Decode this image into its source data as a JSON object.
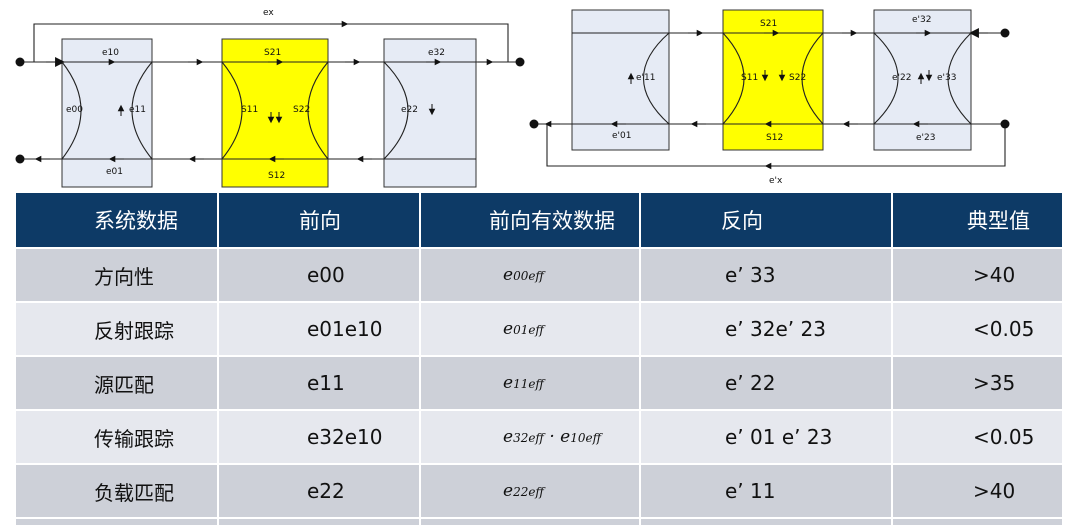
{
  "diagram": {
    "left": {
      "labels": {
        "ex": "ex",
        "e10": "e10",
        "e00": "e00",
        "e11": "e11",
        "e01": "e01",
        "S21": "S21",
        "S11": "S11",
        "S22": "S22",
        "S12": "S12",
        "e32": "e32",
        "e22": "e22"
      }
    },
    "right": {
      "labels": {
        "S21": "S21",
        "S11": "S11",
        "S22": "S22",
        "S12": "S12",
        "e32": "e'32",
        "e22": "e'22",
        "e33": "e'33",
        "e23": "e'23",
        "e11": "e'11",
        "e01": "e'01",
        "ex": "e'x"
      }
    },
    "colors": {
      "dut": "#ffff00",
      "error_box": "#e6ebf5",
      "line": "#222222"
    }
  },
  "table": {
    "headers": [
      "系统数据",
      "前向",
      "前向有效数据",
      "反向",
      "典型值"
    ],
    "rows": [
      {
        "system": "方向性",
        "forward": "e00",
        "eff_base": "e",
        "eff_sub": "00eff",
        "reverse": "e’ 33",
        "typical": ">40"
      },
      {
        "system": "反射跟踪",
        "forward": "e01e10",
        "eff_base": "e",
        "eff_sub": "01eff",
        "reverse": "e’ 32e’ 23",
        "typical": "<0.05"
      },
      {
        "system": "源匹配",
        "forward": "e11",
        "eff_base": "e",
        "eff_sub": "11eff",
        "reverse": "e’ 22",
        "typical": ">35"
      },
      {
        "system": "传输跟踪",
        "forward": "e32e10",
        "eff_base": "e",
        "eff_sub": "32eff",
        "eff_mid": " · e",
        "eff_sub2": "10eff",
        "reverse": "e’ 01 e’ 23",
        "typical": "<0.05"
      },
      {
        "system": "负载匹配",
        "forward": "e22",
        "eff_base": "e",
        "eff_sub": "22eff",
        "reverse": "e’ 11",
        "typical": ">40"
      }
    ],
    "colors": {
      "header_bg": "#0d3a66",
      "row_dark": "#cdd0d8",
      "row_light": "#e6e8ee"
    }
  }
}
